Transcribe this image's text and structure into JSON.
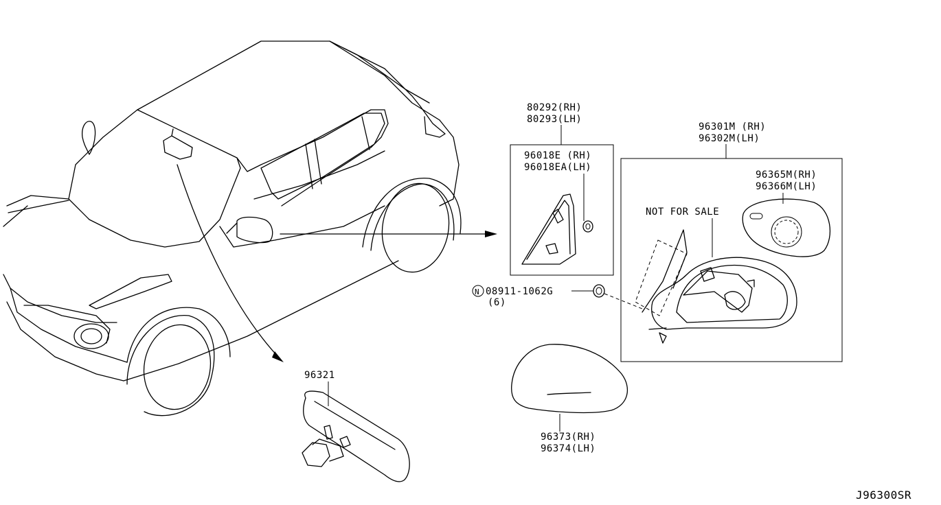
{
  "diagram_code": "J96300SR",
  "parts": {
    "finisher": {
      "line1": "80292(RH)",
      "line2": "80293(LH)"
    },
    "mirror_base": {
      "line1": "96018E  (RH)",
      "line2": "96018EA(LH)"
    },
    "door_mirror": {
      "line1": "96301M (RH)",
      "line2": "96302M(LH)"
    },
    "mirror_glass": {
      "line1": "96365M(RH)",
      "line2": "96366M(LH)"
    },
    "not_for_sale": "NOT FOR SALE",
    "nut": {
      "line1": "08911-1062G",
      "line2": "(6)",
      "symbol": "N"
    },
    "inside_mirror": {
      "line1": "96321"
    },
    "mirror_cover": {
      "line1": "96373(RH)",
      "line2": "96374(LH)"
    }
  }
}
